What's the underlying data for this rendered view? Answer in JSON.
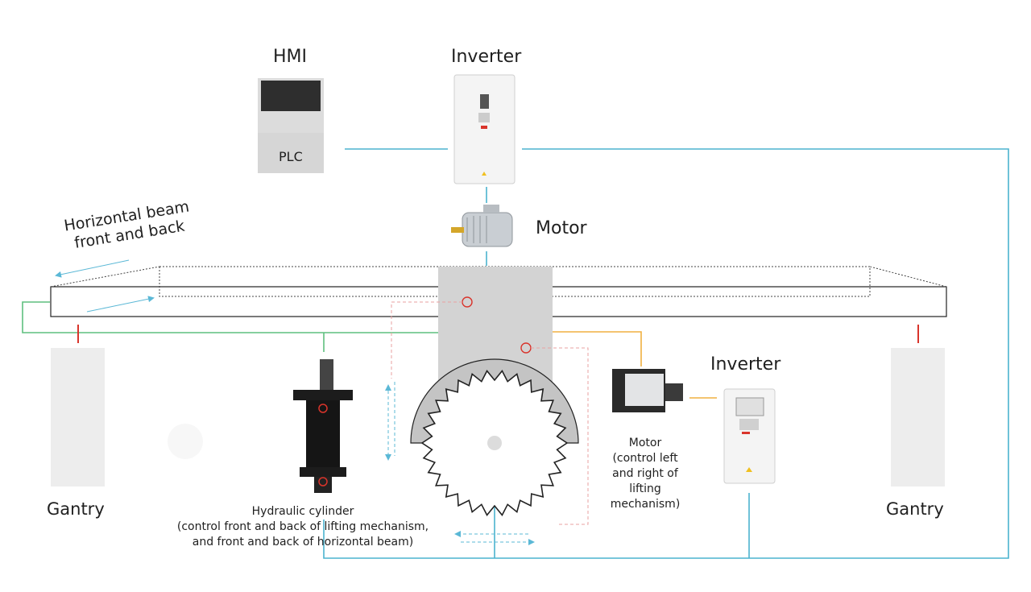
{
  "labels": {
    "hmi": "HMI",
    "plc": "PLC",
    "inverter_top": "Inverter",
    "motor_top": "Motor",
    "horizontal_beam_line1": "Horizontal beam",
    "horizontal_beam_line2": "front and back",
    "inverter_right": "Inverter",
    "motor_right_line1": "Motor",
    "motor_right_line2": "(control left",
    "motor_right_line3": "and right of",
    "motor_right_line4": "lifting",
    "motor_right_line5": "mechanism)",
    "hydraulic_line1": "Hydraulic cylinder",
    "hydraulic_line2": "(control front and back of lifting mechanism,",
    "hydraulic_line3": "and front and back of horizontal beam)",
    "gantry_left": "Gantry",
    "gantry_right": "Gantry"
  },
  "colors": {
    "signal_blue": "#4bb3cf",
    "green_link": "#5fbf7f",
    "orange_link": "#f0b040",
    "red_mark": "#d9342b",
    "gray_block": "#d3d3d3",
    "gantry_fill": "#ededed",
    "dashed_blue": "#5bb8d6",
    "dashed_red": "#e8a0a0"
  }
}
